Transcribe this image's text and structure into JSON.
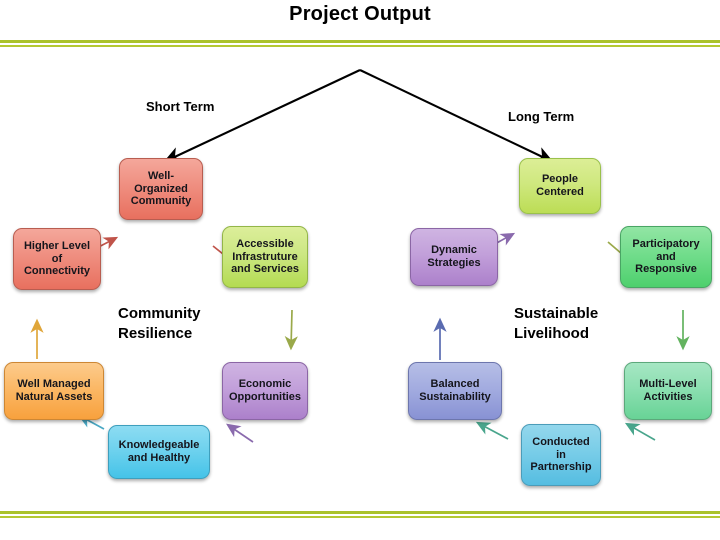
{
  "slide": {
    "title": "Project Output",
    "accent_color": "#aac22b",
    "background": "#ffffff"
  },
  "diagram": {
    "type": "two-cycle-flow",
    "branch_labels": [
      {
        "name": "short-term",
        "text": "Short Term"
      },
      {
        "name": "long Term",
        "text": "Long Term"
      }
    ],
    "short_term_label": "Short Term",
    "long_term_label": "Long Term",
    "clusters": [
      {
        "name": "community-resilience",
        "text": "Community\nResilience"
      },
      {
        "name": "sustainable-livelihood",
        "text": "Sustainable\nLivelihood"
      }
    ],
    "cluster_left_label": "Community\nResilience",
    "cluster_right_label": "Sustainable\nLivelihood",
    "left_cycle": [
      {
        "id": "well-organized-community",
        "label": "Well-\nOrganized\nCommunity",
        "color": "#ef8e80"
      },
      {
        "id": "accessible-infrastructure",
        "label": "Accessible\nInfrastruture\nand Services",
        "color": "#cce783"
      },
      {
        "id": "economic-opportunities",
        "label": "Economic\nOpportunities",
        "color": "#c2a0da"
      },
      {
        "id": "knowledgeable-and-healthy",
        "label": "Knowledgeable\nand Healthy",
        "color": "#6fd2ee"
      },
      {
        "id": "well-managed-natural-assets",
        "label": "Well Managed\nNatural Assets",
        "color": "#fbb866"
      },
      {
        "id": "higher-level-of-connectivity",
        "label": "Higher Level\nof\nConnectivity",
        "color": "#ef8e80"
      }
    ],
    "right_cycle": [
      {
        "id": "people-centered",
        "label": "People\nCentered",
        "color": "#cfe87f"
      },
      {
        "id": "participatory-and-responsive",
        "label": "Participatory\nand\nResponsive",
        "color": "#72dd8c"
      },
      {
        "id": "multi-level-activities",
        "label": "Multi-Level\nActivities",
        "color": "#8cdfb1"
      },
      {
        "id": "conducted-in-partnership",
        "label": "Conducted\nin\nPartnership",
        "color": "#79cde8"
      },
      {
        "id": "balanced-sustainability",
        "label": "Balanced\nSustainability",
        "color": "#a3ace0"
      },
      {
        "id": "dynamic-strategies",
        "label": "Dynamic\nStrategies",
        "color": "#c2a0da"
      }
    ],
    "arrow_colors": {
      "split": "#000000",
      "salmon": "#c0544a",
      "olive": "#9aa94a",
      "green": "#7cb342",
      "violet": "#8a6aad",
      "cyan": "#4aa8c4",
      "orange": "#e0a63a",
      "blue": "#5a6bb0",
      "teal": "#49a58c",
      "lightgreen": "#63b35f"
    }
  }
}
